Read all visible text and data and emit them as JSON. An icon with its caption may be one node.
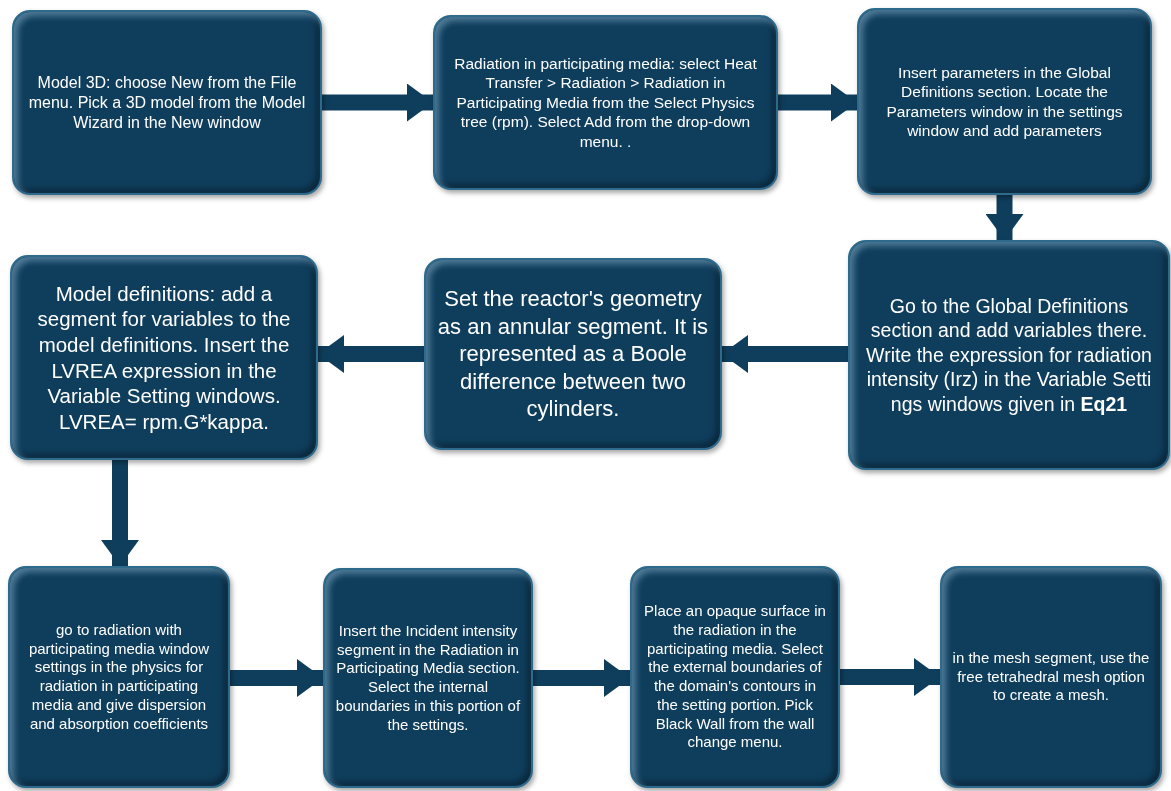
{
  "diagram": {
    "nodes": [
      {
        "text": [
          "Model 3D: choose New from the File menu. Pick a 3D model from the Model Wizard in the New window"
        ]
      },
      {
        "text": [
          "Radiation in participating media: select Heat Transfer > Radiation > Radiation in Participating Media from the Select Physics tree (rpm). Select Add from the drop-down menu. ."
        ]
      },
      {
        "text": [
          "Insert parameters in the Global Definitions section. Locate the Parameters window in the settings window and add parameters"
        ]
      },
      {
        "text": [
          "Go to the Global Definitions section and add variables there. Write the expression for radiation intensity (Irz) in the Variable Setti ngs windows given in **Eq21**"
        ]
      },
      {
        "text": [
          "Set the reactor's geometry as an annular segment. It is represented as a Boole difference between two cylinders."
        ]
      },
      {
        "text": [
          "Model definitions: add a segment for variables to the model definitions. Insert the LVREA expression in the Variable Setting windows. LVREA= rpm.G*kappa."
        ]
      },
      {
        "text": [
          "go to radiation with participating media window settings in the physics for radiation in participating media and give dispersion and absorption coefficients"
        ]
      },
      {
        "text": [
          "Insert the Incident intensity segment in the Radiation in Participating Media section. Select the internal boundaries in this portion of the settings."
        ]
      },
      {
        "text": [
          "Place an opaque surface in the radiation in the participating media. Select the external boundaries of the domain's contours in the setting portion. Pick Black Wall from the wall change menu."
        ]
      },
      {
        "text": [
          "in the mesh segment, use the free tetrahedral mesh option to create a mesh."
        ]
      }
    ],
    "edges": [
      {
        "from": 0,
        "to": 1,
        "arrow": "to"
      },
      {
        "from": 1,
        "to": 2,
        "arrow": "to"
      },
      {
        "from": 2,
        "to": 3,
        "arrow": "to"
      },
      {
        "from": 3,
        "to": 4,
        "arrow": "to"
      },
      {
        "from": 4,
        "to": 5,
        "arrow": "to"
      },
      {
        "from": 5,
        "to": 6,
        "arrow": "to"
      },
      {
        "from": 6,
        "to": 7,
        "arrow": "to"
      },
      {
        "from": 7,
        "to": 8,
        "arrow": "to"
      },
      {
        "from": 8,
        "to": 9,
        "arrow": "to"
      }
    ]
  }
}
